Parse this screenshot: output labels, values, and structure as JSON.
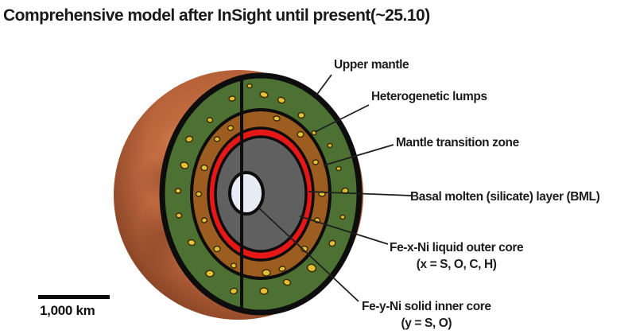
{
  "title": "Comprehensive model after InSight until present(~25.10)",
  "callouts": {
    "upper_mantle": {
      "label": "Upper mantle"
    },
    "heterogenetic_lumps": {
      "label": "Heterogenetic lumps"
    },
    "mantle_transition_zone": {
      "label": "Mantle transition zone"
    },
    "basal_molten_layer": {
      "label": "Basal molten (silicate) layer (BML)"
    },
    "outer_core": {
      "label": "Fe-x-Ni liquid outer core",
      "sublabel": "(x = S, O, C, H)"
    },
    "inner_core": {
      "label": "Fe-y-Ni solid inner core",
      "sublabel": "(y = S, O)"
    }
  },
  "scale_bar": {
    "label": "1,000 km"
  },
  "colors": {
    "outline_black": "#0d0d0d",
    "upper_mantle_green": "#4d7033",
    "transition_zone_brown": "#9d5d20",
    "bml_red": "#e51717",
    "outer_core_gray": "#606060",
    "inner_core_white": "#e8ecf5",
    "lump_gold": "#e2c134",
    "mars_surface_orange": "#c26b40"
  }
}
